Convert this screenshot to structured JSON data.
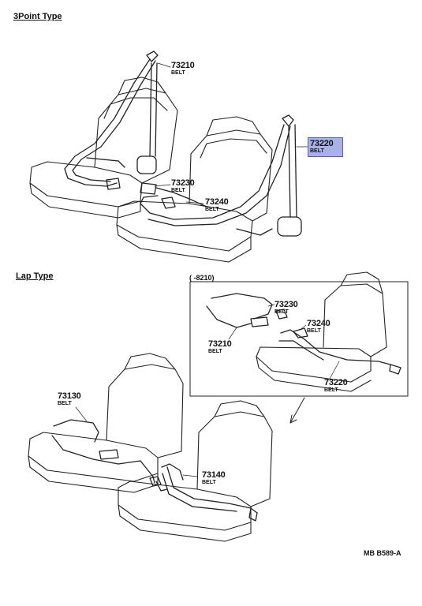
{
  "sections": {
    "three_point": "3Point Type",
    "lap": "Lap Type"
  },
  "highlight_color": "#a9b2e6",
  "parts": {
    "p73210_top": {
      "number": "73210",
      "desc": "BELT"
    },
    "p73220_top": {
      "number": "73220",
      "desc": "BELT"
    },
    "p73230_top": {
      "number": "73230",
      "desc": "BELT"
    },
    "p73240_top": {
      "number": "73240",
      "desc": "BELT"
    },
    "p73230_inset": {
      "number": "73230",
      "desc": "BELT"
    },
    "p73240_inset": {
      "number": "73240",
      "desc": "BELT"
    },
    "p73210_inset": {
      "number": "73210",
      "desc": "BELT"
    },
    "p73220_inset": {
      "number": "73220",
      "desc": "BELT"
    },
    "p73130": {
      "number": "73130",
      "desc": "BELT"
    },
    "p73140": {
      "number": "73140",
      "desc": "BELT"
    }
  },
  "inset_label": "(      -8210)",
  "diagram_ref": "MB  B589-A"
}
